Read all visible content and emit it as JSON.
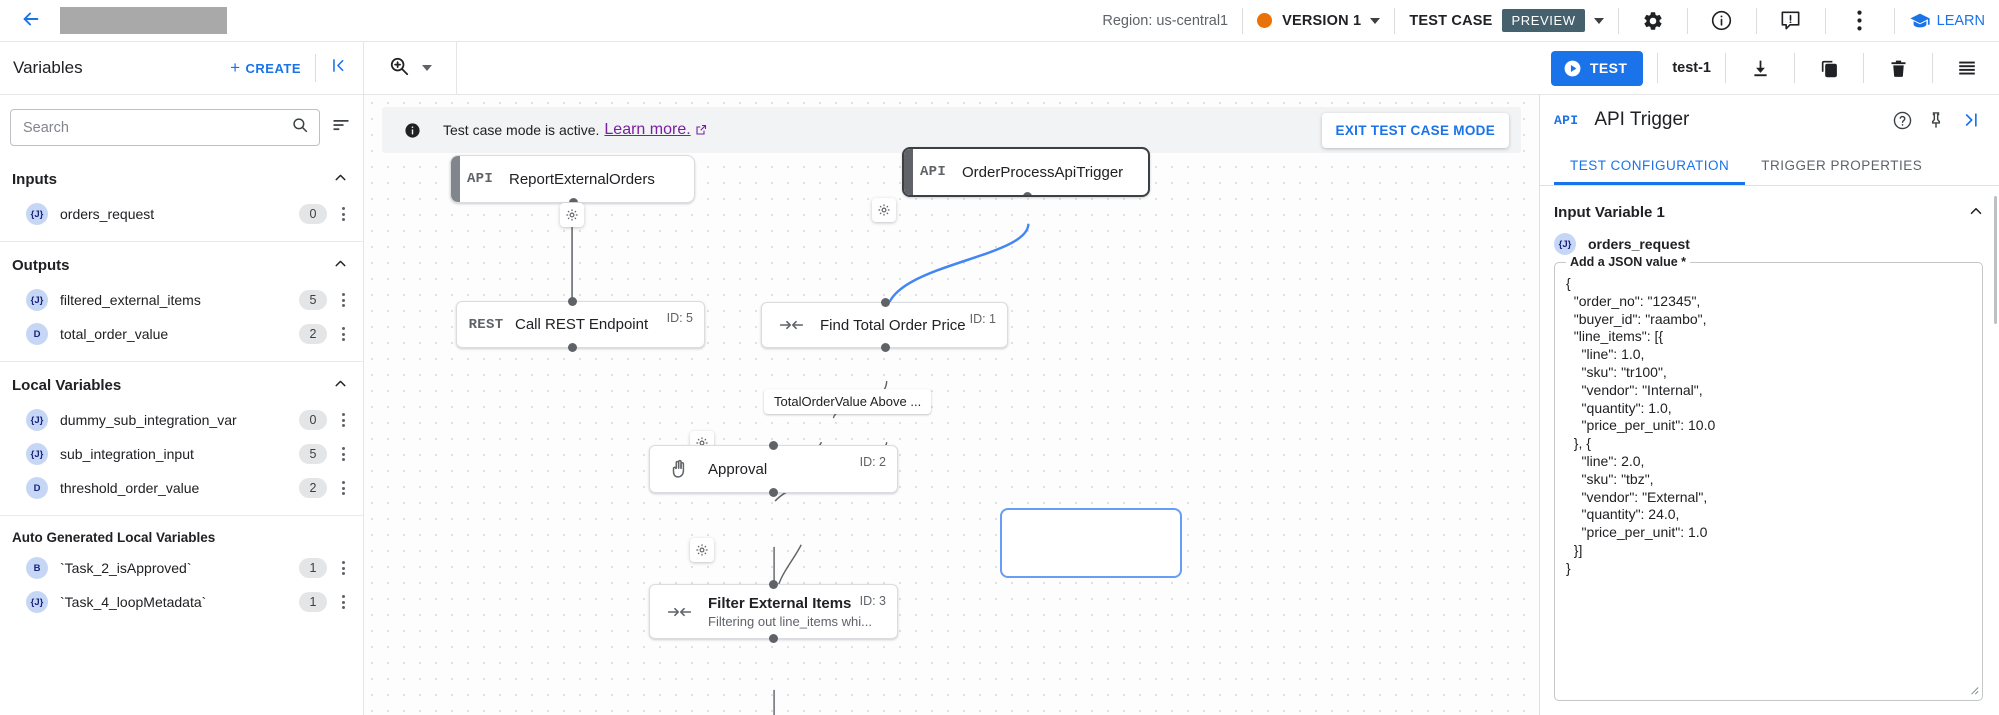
{
  "topbar": {
    "back_icon": "arrow-left-icon",
    "region": "Region: us-central1",
    "version_label": "VERSION 1",
    "version_dot_color": "#e8710a",
    "testcase_label": "TEST CASE",
    "preview_badge": "PREVIEW",
    "preview_badge_color": "#46616e",
    "settings_icon": "gear-icon",
    "info_icon": "info-icon",
    "feedback_icon": "feedback-icon",
    "more_icon": "more-vertical-icon",
    "learn_label": "LEARN",
    "accent_color": "#1a73e8"
  },
  "toolbar": {
    "variables_title": "Variables",
    "create_label": "CREATE",
    "collapse_icon": "collapse-left-icon",
    "zoom_icon": "zoom-in-icon",
    "test_label": "TEST",
    "test_name": "test-1",
    "download_icon": "download-icon",
    "copy_icon": "copy-icon",
    "delete_icon": "trash-icon",
    "logs_icon": "list-icon"
  },
  "sidebar": {
    "search": {
      "value": "",
      "placeholder": "Search"
    },
    "sort_icon": "sort-icon",
    "sections": [
      {
        "title": "Inputs",
        "expanded": true,
        "items": [
          {
            "type": "{J}",
            "name": "orders_request",
            "count": "0"
          }
        ]
      },
      {
        "title": "Outputs",
        "expanded": true,
        "items": [
          {
            "type": "{J}",
            "name": "filtered_external_items",
            "count": "5"
          },
          {
            "type": "D",
            "name": "total_order_value",
            "count": "2"
          }
        ]
      },
      {
        "title": "Local Variables",
        "expanded": true,
        "items": [
          {
            "type": "{J}",
            "name": "dummy_sub_integration_var",
            "count": "0"
          },
          {
            "type": "{J}",
            "name": "sub_integration_input",
            "count": "5"
          },
          {
            "type": "D",
            "name": "threshold_order_value",
            "count": "2"
          }
        ]
      }
    ],
    "auto_generated": {
      "title": "Auto Generated Local Variables",
      "items": [
        {
          "type": "B",
          "name": "`Task_2_isApproved`",
          "count": "1"
        },
        {
          "type": "{J}",
          "name": "`Task_4_loopMetadata`",
          "count": "1"
        }
      ]
    }
  },
  "canvas": {
    "banner": {
      "icon": "info-icon",
      "text": "Test case mode is active.",
      "link": "Learn more.",
      "link_icon": "external-link-icon",
      "exit_label": "EXIT TEST CASE MODE"
    },
    "nodes": [
      {
        "id": "report-external-orders",
        "icon_text": "API",
        "title": "ReportExternalOrders",
        "subtitle": "",
        "id_label": "",
        "selected": false,
        "trigger": true
      },
      {
        "id": "order-process-api-trigger",
        "icon_text": "API",
        "title": "OrderProcessApiTrigger",
        "subtitle": "",
        "id_label": "",
        "selected": true,
        "trigger": true
      },
      {
        "id": "call-rest-endpoint",
        "icon_text": "REST",
        "title": "Call REST Endpoint",
        "subtitle": "",
        "id_label": "ID: 5",
        "selected": false,
        "trigger": false
      },
      {
        "id": "find-total-order-price",
        "icon_text": "map",
        "title": "Find Total Order Price",
        "subtitle": "",
        "id_label": "ID: 1",
        "selected": false,
        "trigger": false
      },
      {
        "id": "approval",
        "icon_text": "hand",
        "title": "Approval",
        "subtitle": "",
        "id_label": "ID: 2",
        "selected": false,
        "trigger": false
      },
      {
        "id": "filter-external-items",
        "icon_text": "map",
        "title": "Filter External Items",
        "subtitle": "Filtering out line_items whi...",
        "id_label": "ID: 3",
        "selected": false,
        "trigger": false
      }
    ],
    "edge_label": "TotalOrderValue Above ..."
  },
  "right_panel": {
    "api_icon_text": "API",
    "title": "API Trigger",
    "help_icon": "help-circle-icon",
    "pin_icon": "pin-icon",
    "collapse_icon": "collapse-right-icon",
    "tabs": [
      {
        "label": "TEST CONFIGURATION",
        "active": true
      },
      {
        "label": "TRIGGER PROPERTIES",
        "active": false
      }
    ],
    "section_title": "Input Variable 1",
    "variable": {
      "type": "{J}",
      "name": "orders_request"
    },
    "json_field_label": "Add a JSON value *",
    "json_value": "{\n  \"order_no\": \"12345\",\n  \"buyer_id\": \"raambo\",\n  \"line_items\": [{\n    \"line\": 1.0,\n    \"sku\": \"tr100\",\n    \"vendor\": \"Internal\",\n    \"quantity\": 1.0,\n    \"price_per_unit\": 10.0\n  }, {\n    \"line\": 2.0,\n    \"sku\": \"tbz\",\n    \"vendor\": \"External\",\n    \"quantity\": 24.0,\n    \"price_per_unit\": 1.0\n  }]\n}"
  }
}
